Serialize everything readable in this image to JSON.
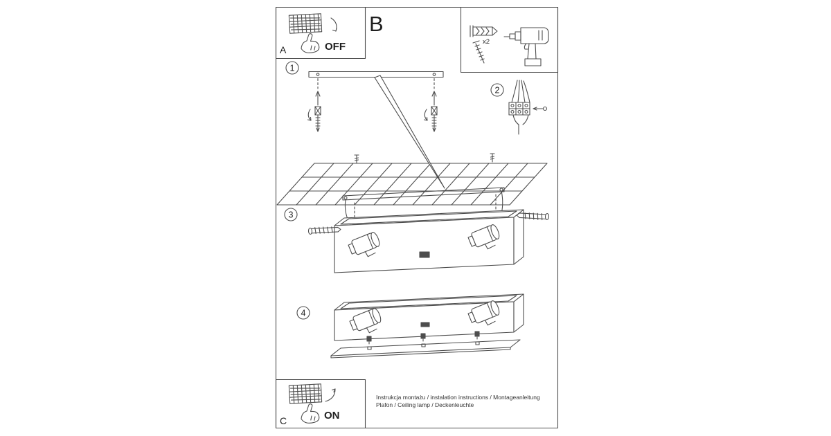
{
  "document": {
    "section_a": {
      "letter": "A",
      "switch_label": "OFF"
    },
    "section_b": {
      "letter": "B"
    },
    "section_c": {
      "letter": "C",
      "switch_label": "ON"
    },
    "hardware_box": {
      "quantity": "x2"
    },
    "steps": [
      {
        "number": "1"
      },
      {
        "number": "2"
      },
      {
        "number": "3"
      },
      {
        "number": "4"
      }
    ],
    "footer": {
      "line1": "Instrukcja montażu / instalation instructions / Montageanleitung",
      "line2": "Plafon / Ceiling lamp / Deckenleuchte"
    },
    "colors": {
      "line_color": "#4d4d4d",
      "background": "#ffffff"
    }
  }
}
